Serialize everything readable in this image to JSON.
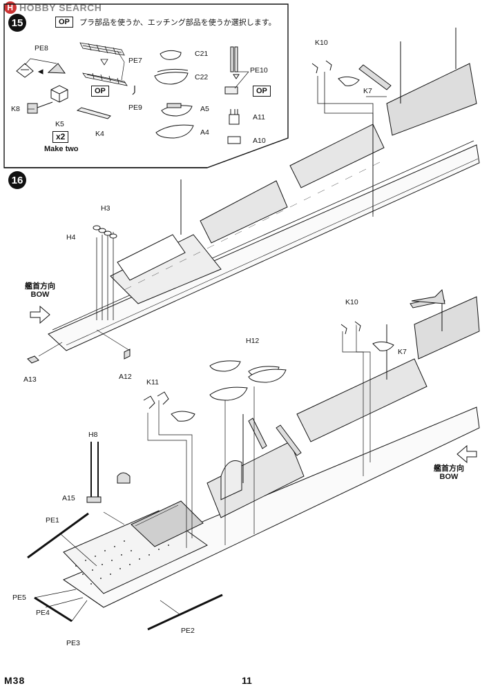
{
  "watermark": {
    "text": "HOBBY SEARCH"
  },
  "step15": {
    "number": "15",
    "op_note_badge": "OP",
    "note": "プラ部品を使うか、エッチング部品を使うか選択します。",
    "labels": {
      "pe8": "PE8",
      "pe7": "PE7",
      "pe9": "PE9",
      "pe10": "PE10",
      "c21": "C21",
      "c22": "C22",
      "a5": "A5",
      "a4": "A4",
      "a11": "A11",
      "a10": "A10",
      "k8": "K8",
      "k5": "K5",
      "k4": "K4"
    },
    "op_badge_pe7": "OP",
    "op_badge_pe10": "OP",
    "multiplier": "x2",
    "make_two": "Make two"
  },
  "step16": {
    "number": "16",
    "top_ship_labels": {
      "k10": "K10",
      "k7": "K7",
      "h3": "H3",
      "h4": "H4",
      "a13": "A13",
      "a12": "A12"
    },
    "bow_left": {
      "jp": "艦首方向",
      "en": "BOW"
    },
    "lower_ship_labels": {
      "k10": "K10",
      "k7": "K7",
      "h12": "H12",
      "k11": "K11",
      "h8": "H8",
      "a15": "A15",
      "pe1": "PE1",
      "pe5": "PE5",
      "pe4": "PE4",
      "pe3": "PE3",
      "pe2": "PE2"
    },
    "bow_right": {
      "jp": "艦首方向",
      "en": "BOW"
    }
  },
  "footer": {
    "left": "M38",
    "center": "11"
  }
}
